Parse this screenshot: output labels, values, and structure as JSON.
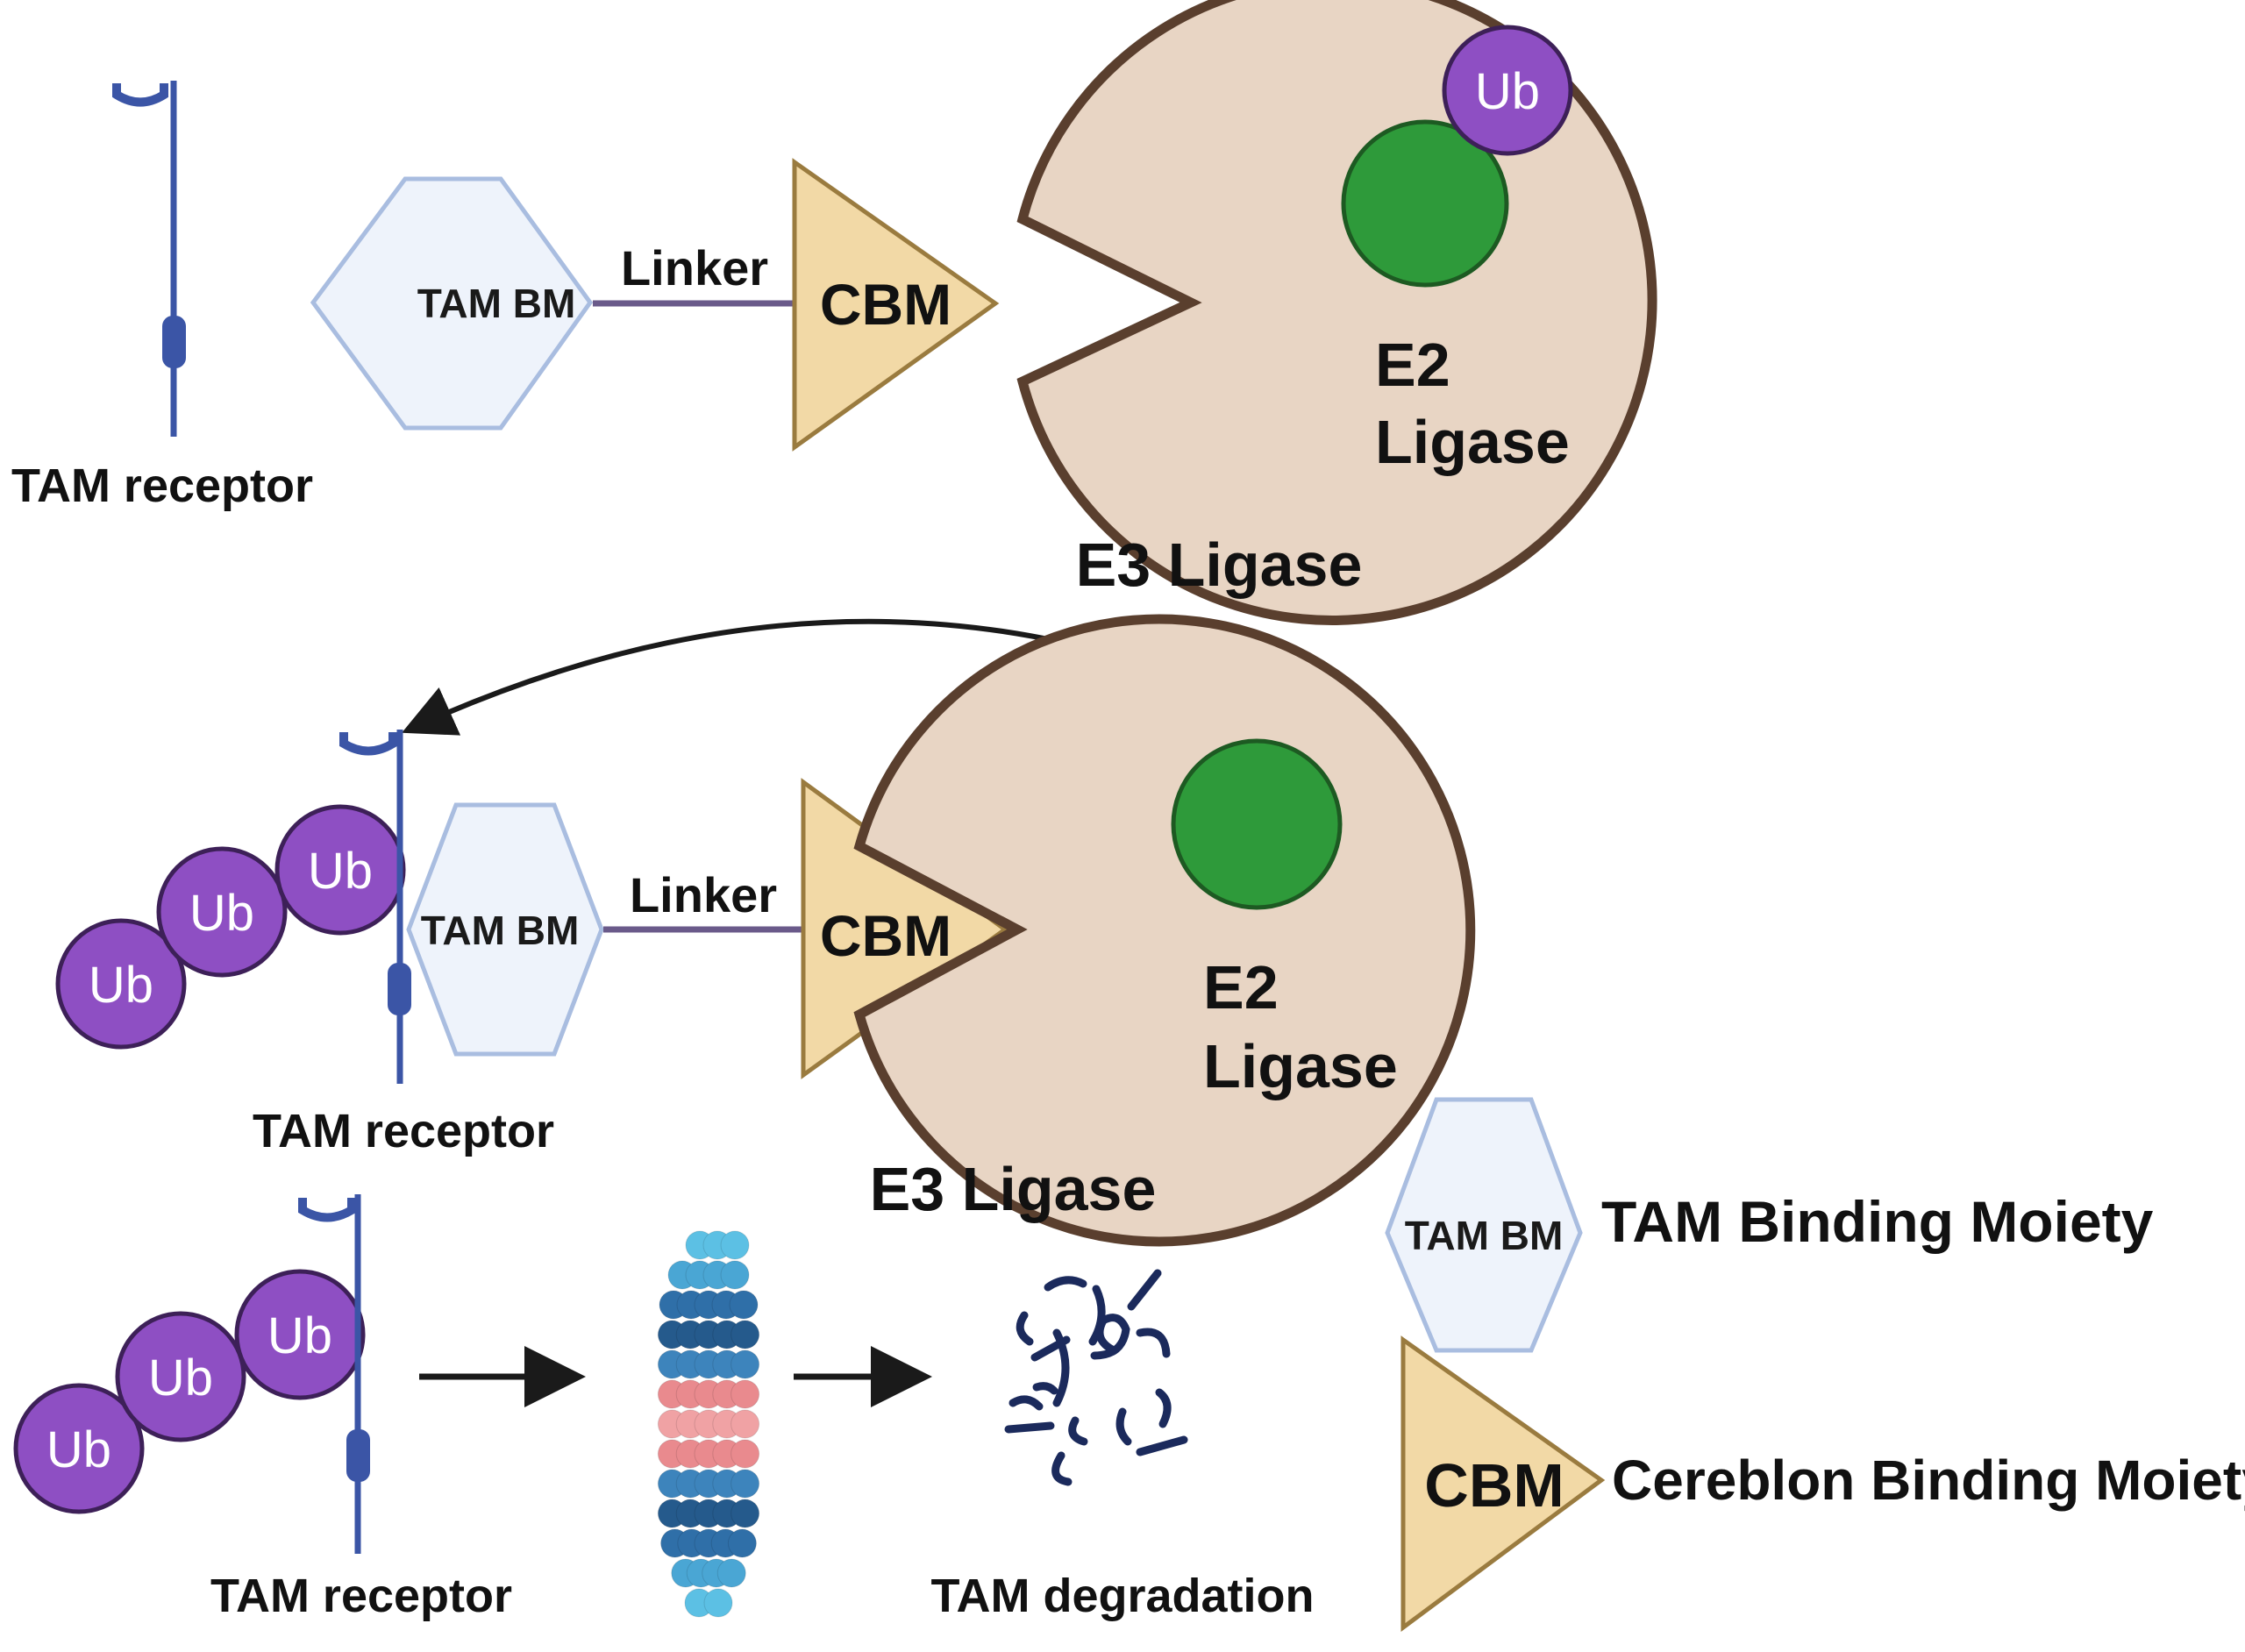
{
  "colors": {
    "receptor": "#3b55a6",
    "hexagon_fill": "#eef3fb",
    "hexagon_stroke": "#a9bde0",
    "triangle_fill": "#f2d9a6",
    "triangle_stroke": "#9a7b3f",
    "e3_fill": "#e8d5c4",
    "e3_stroke": "#5a3f2e",
    "e2_fill": "#2e9a3a",
    "e2_stroke": "#1d5a22",
    "ub_fill": "#8e4fc3",
    "ub_stroke": "#3d2058",
    "linker": "#6a5a8a",
    "arrow": "#1a1a1a",
    "proteasome_blue": "#2f6fa8",
    "proteasome_pink": "#e98a8e",
    "fragments": "#1b2a5c"
  },
  "panel1": {
    "receptor_label": "TAM receptor",
    "hexagon_label": "TAM BM",
    "linker_label": "Linker",
    "triangle_label": "CBM",
    "e2_label_line1": "E2",
    "e2_label_line2": "Ligase",
    "e3_label": "E3 Ligase",
    "ub_label": "Ub"
  },
  "panel2": {
    "receptor_label": "TAM receptor",
    "hexagon_label": "TAM BM",
    "linker_label": "Linker",
    "triangle_label": "CBM",
    "e2_label_line1": "E2",
    "e2_label_line2": "Ligase",
    "e3_label": "E3 Ligase",
    "ub_labels": [
      "Ub",
      "Ub",
      "Ub"
    ]
  },
  "panel3": {
    "receptor_label": "TAM receptor",
    "ub_labels": [
      "Ub",
      "Ub",
      "Ub"
    ],
    "degradation_label": "TAM degradation"
  },
  "legend": {
    "hexagon_label": "TAM BM",
    "hexagon_desc": "TAM Binding Moiety",
    "triangle_label": "CBM",
    "triangle_desc": "Cereblon Binding Moiety"
  }
}
